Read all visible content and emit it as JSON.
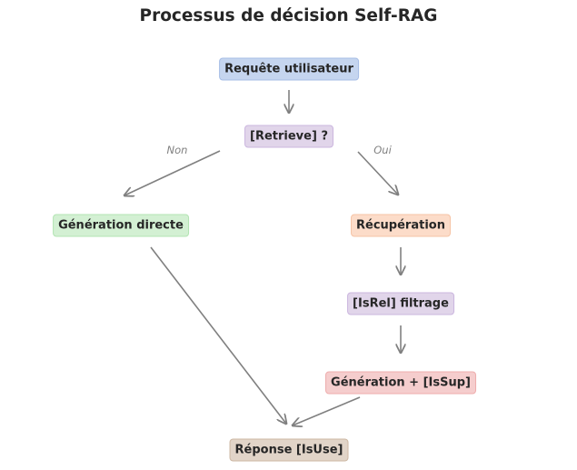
{
  "title": "Processus de décision Self-RAG",
  "nodes": {
    "query": {
      "label": "Requête utilisateur",
      "fill": "#c5d5ef",
      "border": "#a6bde6"
    },
    "retrieve": {
      "label": "[Retrieve] ?",
      "fill": "#e1d5ea",
      "border": "#cbb6df"
    },
    "direct": {
      "label": "Génération directe",
      "fill": "#d3f0d3",
      "border": "#b3e4b3"
    },
    "retrieval": {
      "label": "Récupération",
      "fill": "#fcdcc9",
      "border": "#f6c4a6"
    },
    "isrel": {
      "label": "[IsRel] filtrage",
      "fill": "#e1d5ea",
      "border": "#cbb6df"
    },
    "issup": {
      "label": "Génération + [IsSup]",
      "fill": "#f5cdcd",
      "border": "#eeadad"
    },
    "response": {
      "label": "Réponse [IsUse]",
      "fill": "#e1d4c8",
      "border": "#cdb7a3"
    }
  },
  "edge_labels": {
    "no": "Non",
    "yes": "Oui"
  },
  "colors": {
    "arrow": "#808080",
    "text": "#262626"
  }
}
